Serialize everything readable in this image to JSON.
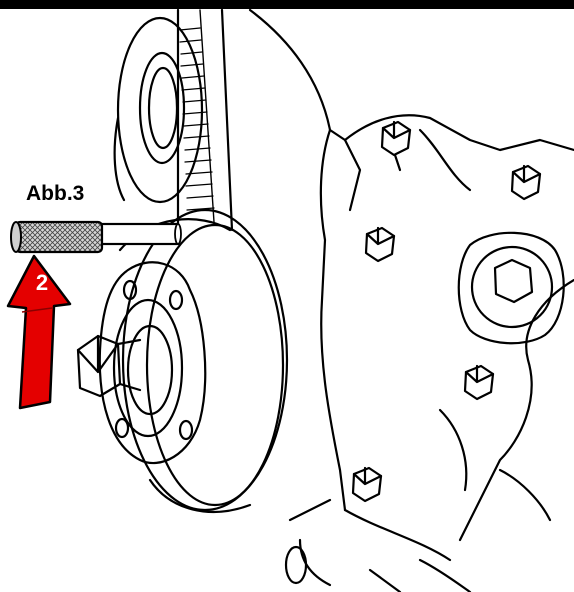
{
  "figure": {
    "label": "Abb.3",
    "step_number": "2"
  },
  "colors": {
    "arrow_fill": "#e40000",
    "arrow_stroke": "#000000",
    "pin_knurl": "#cfcfcf",
    "line_art": "#000000",
    "top_rule": "#000000"
  },
  "icons": {
    "step_arrow": "up-arrow-icon",
    "locking_pin": "knurled-locking-pin"
  }
}
